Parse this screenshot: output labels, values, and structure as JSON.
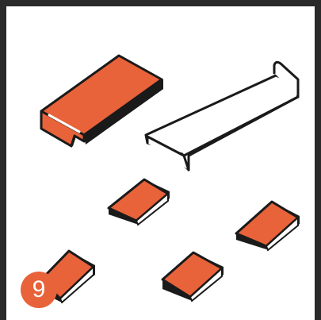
{
  "step": {
    "number": "9"
  },
  "colors": {
    "orange": "#e8623a",
    "orange_side": "#e8623a",
    "dark": "#1a1a1a",
    "highlight": "#ffffff",
    "badge": "#e8623a"
  },
  "parts": [
    {
      "name": "tapping-block",
      "icon": "rectangular-block-with-notch"
    },
    {
      "name": "pull-bar",
      "icon": "flat-l-shaped-bar"
    },
    {
      "name": "spacer-wedge",
      "icon": "triangular-wedge",
      "count": 4
    }
  ]
}
